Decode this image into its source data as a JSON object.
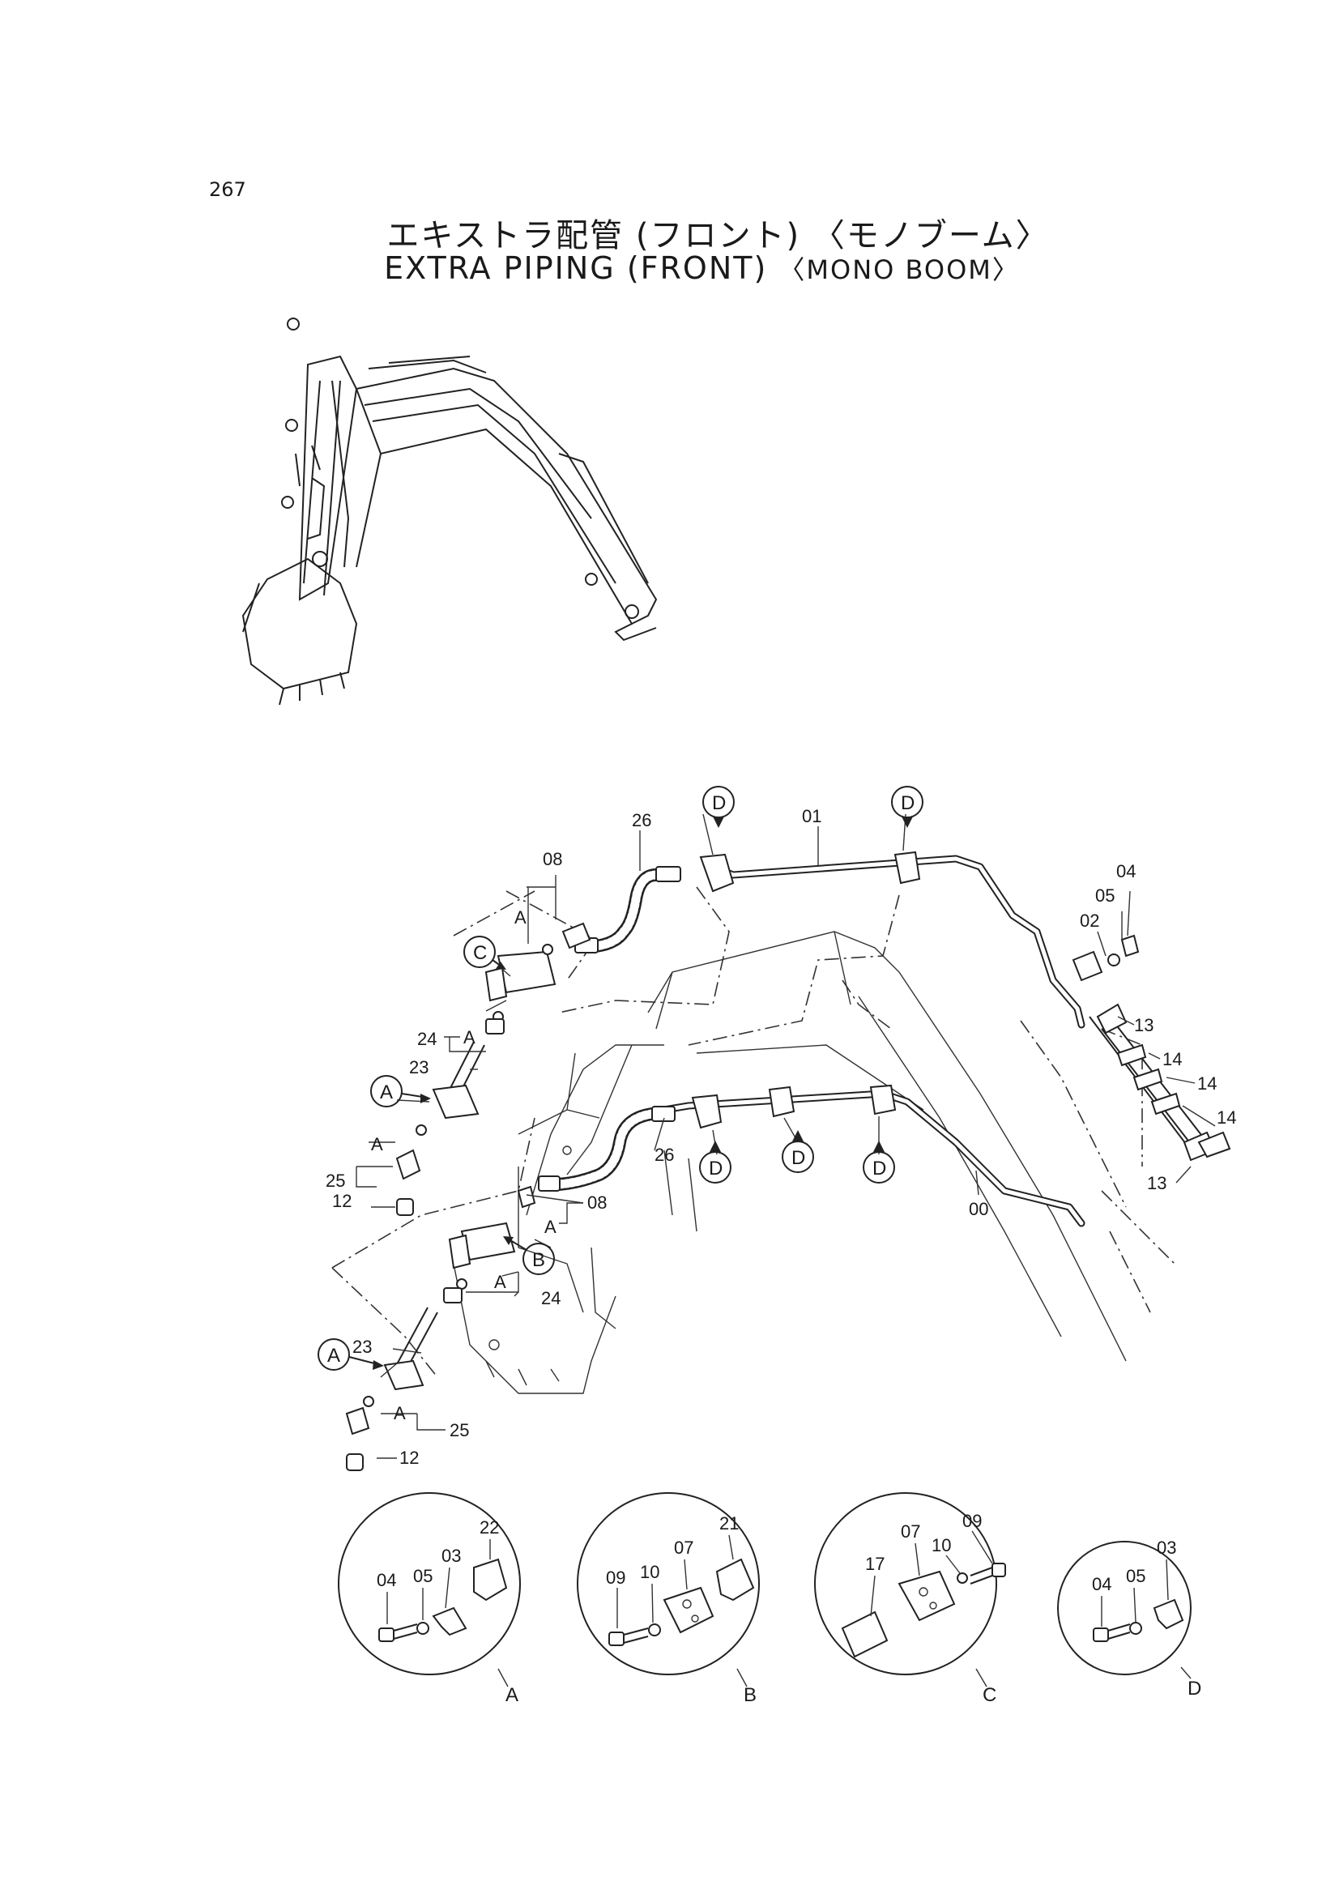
{
  "page": {
    "number": "267"
  },
  "title": {
    "japanese": "エキストラ配管 (フロント) 〈モノブーム〉",
    "english_main": "EXTRA PIPING (FRONT)",
    "english_sub": "〈MONO BOOM〉"
  },
  "callouts": {
    "c01": "01",
    "c00": "00",
    "c02": "02",
    "c04": "04",
    "c05": "05",
    "c08a": "08",
    "c08b": "08",
    "c12a": "12",
    "c12b": "12",
    "c13a": "13",
    "c13b": "13",
    "c14a": "14",
    "c14b": "14",
    "c14c": "14",
    "c23a": "23",
    "c23b": "23",
    "c24a": "24",
    "c24b": "24",
    "c25a": "25",
    "c25b": "25",
    "c26a": "26",
    "c26b": "26",
    "ref_a": "A"
  },
  "ref_circles": {
    "A": "A",
    "B": "B",
    "C": "C",
    "D": "D"
  },
  "details": [
    {
      "id": "A",
      "label": "A",
      "parts": [
        "04",
        "05",
        "03",
        "22"
      ]
    },
    {
      "id": "B",
      "label": "B",
      "parts": [
        "09",
        "10",
        "07",
        "21"
      ]
    },
    {
      "id": "C",
      "label": "C",
      "parts": [
        "17",
        "07",
        "10",
        "09"
      ]
    },
    {
      "id": "D",
      "label": "D",
      "parts": [
        "04",
        "05",
        "03"
      ]
    }
  ]
}
